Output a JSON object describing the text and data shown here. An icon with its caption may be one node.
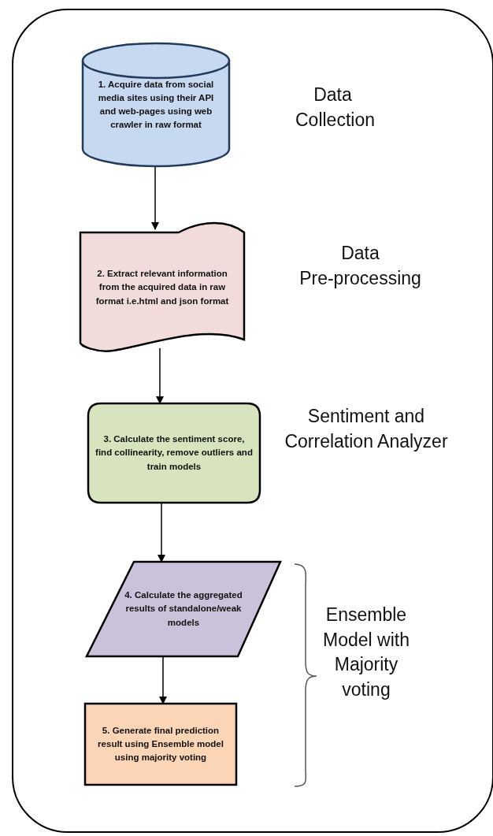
{
  "diagram": {
    "nodes": [
      {
        "text": [
          "1. Acquire data from social media sites using their API and web-pages using web crawler in raw format"
        ],
        "beside": [
          "Data Collection"
        ]
      },
      {
        "text": [
          "2. Extract relevant information from  the acquired data in raw format i.e.html and json format"
        ],
        "beside": [
          "Data Pre-processing"
        ]
      },
      {
        "text": [
          "3. Calculate the sentiment score, find collinearity, remove outliers and train models"
        ],
        "beside": [
          "Sentiment and Correlation Analyzer"
        ]
      },
      {
        "text": [
          "4.  Calculate the aggregated  results of standalone/weak models"
        ]
      },
      {
        "text": [
          "5. Generate final prediction result using  Ensemble model using majority voting"
        ]
      }
    ],
    "edges": [
      {
        "from": 0,
        "to": 1,
        "arrow": "to"
      },
      {
        "from": 1,
        "to": 2,
        "arrow": "to"
      },
      {
        "from": 2,
        "to": 3,
        "arrow": "to"
      },
      {
        "from": 3,
        "to": 4,
        "arrow": "to"
      }
    ],
    "labels": [
      "Ensemble Model with Majority voting"
    ]
  }
}
